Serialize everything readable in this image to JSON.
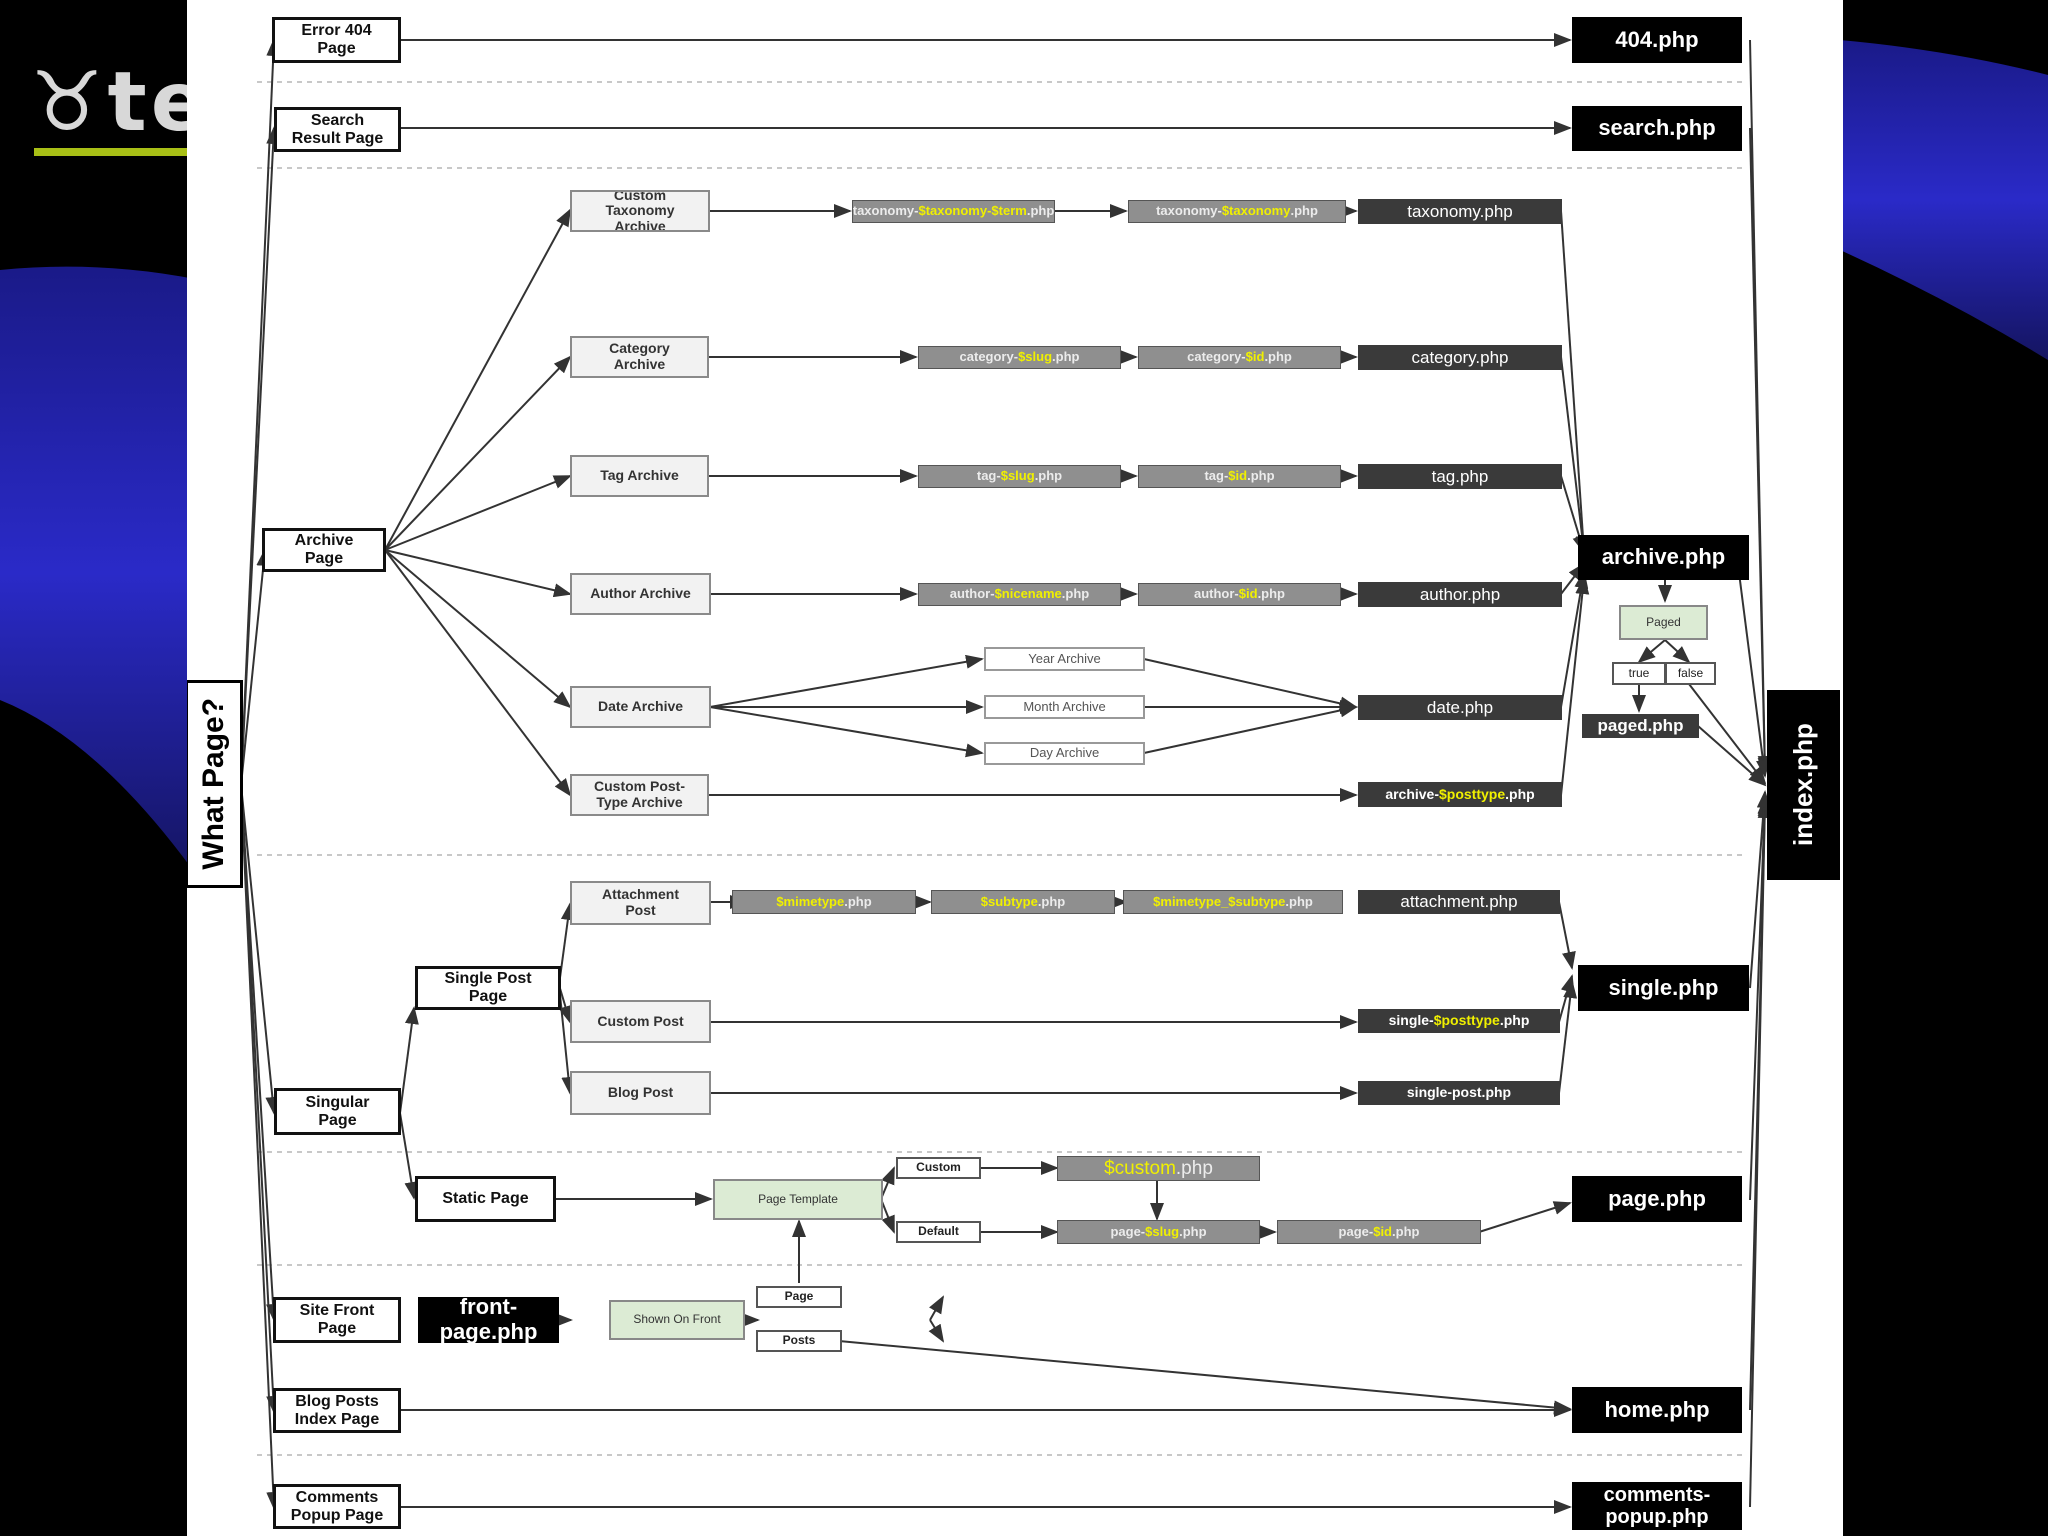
{
  "logo": {
    "text": "♉te"
  },
  "diagram": {
    "root": "What Page?",
    "pages": {
      "error_404": "Error 404\nPage",
      "search": "Search\nResult Page",
      "archive": "Archive\nPage",
      "singular": "Singular\nPage",
      "single_post": "Single Post\nPage",
      "static_page": "Static Page",
      "site_front": "Site Front\nPage",
      "blog_posts_index": "Blog Posts\nIndex Page",
      "comments_popup": "Comments\nPopup Page"
    },
    "archives": {
      "custom_taxonomy": "Custom\nTaxonomy\nArchive",
      "category": "Category\nArchive",
      "tag": "Tag Archive",
      "author": "Author Archive",
      "date": "Date Archive",
      "custom_post_type": "Custom Post-\nType Archive"
    },
    "date_parts": {
      "year": "Year Archive",
      "month": "Month Archive",
      "day": "Day Archive"
    },
    "singles": {
      "attachment": "Attachment\nPost",
      "custom_post": "Custom Post",
      "blog_post": "Blog Post"
    },
    "templates": {
      "taxonomy_term": {
        "a": "taxonomy-",
        "b": "$taxonomy-$term",
        "c": ".php"
      },
      "taxonomy_tax": {
        "a": "taxonomy-",
        "b": "$taxonomy",
        "c": ".php"
      },
      "category_slug": {
        "a": "category-",
        "b": "$slug",
        "c": ".php"
      },
      "category_id": {
        "a": "category-",
        "b": "$id",
        "c": ".php"
      },
      "tag_slug": {
        "a": "tag-",
        "b": "$slug",
        "c": ".php"
      },
      "tag_id": {
        "a": "tag-",
        "b": "$id",
        "c": ".php"
      },
      "author_nicename": {
        "a": "author-",
        "b": "$nicename",
        "c": ".php"
      },
      "author_id": {
        "a": "author-",
        "b": "$id",
        "c": ".php"
      },
      "mimetype": {
        "a": "",
        "b": "$mimetype",
        "c": ".php"
      },
      "subtype": {
        "a": "",
        "b": "$subtype",
        "c": ".php"
      },
      "mimetype_subtype": {
        "a": "",
        "b": "$mimetype_$subtype",
        "c": ".php"
      },
      "custom_php": {
        "a": "",
        "b": "$custom",
        "c": ".php"
      },
      "page_slug": {
        "a": "page-",
        "b": "$slug",
        "c": ".php"
      },
      "page_id": {
        "a": "page-",
        "b": "$id",
        "c": ".php"
      },
      "archive_posttype": {
        "a": "archive-",
        "b": "$posttype",
        "c": ".php"
      },
      "single_posttype": {
        "a": "single-",
        "b": "$posttype",
        "c": ".php"
      }
    },
    "files": {
      "f404": "404.php",
      "search": "search.php",
      "taxonomy": "taxonomy.php",
      "category": "category.php",
      "tag": "tag.php",
      "author": "author.php",
      "date": "date.php",
      "archive": "archive.php",
      "paged": "paged.php",
      "attachment": "attachment.php",
      "single_post": "single-post.php",
      "single": "single.php",
      "page": "page.php",
      "front_page": "front-page.php",
      "home": "home.php",
      "comments_popup": "comments-\npopup.php",
      "index": "index.php"
    },
    "decisions": {
      "paged": "Paged",
      "true": "true",
      "false": "false",
      "page_template": "Page Template",
      "custom": "Custom",
      "default": "Default",
      "shown_on_front": "Shown On Front",
      "page": "Page",
      "posts": "Posts"
    }
  },
  "colors": {
    "accent": "#a8bf16",
    "background": "#000000",
    "highlight": "#f0f000"
  }
}
